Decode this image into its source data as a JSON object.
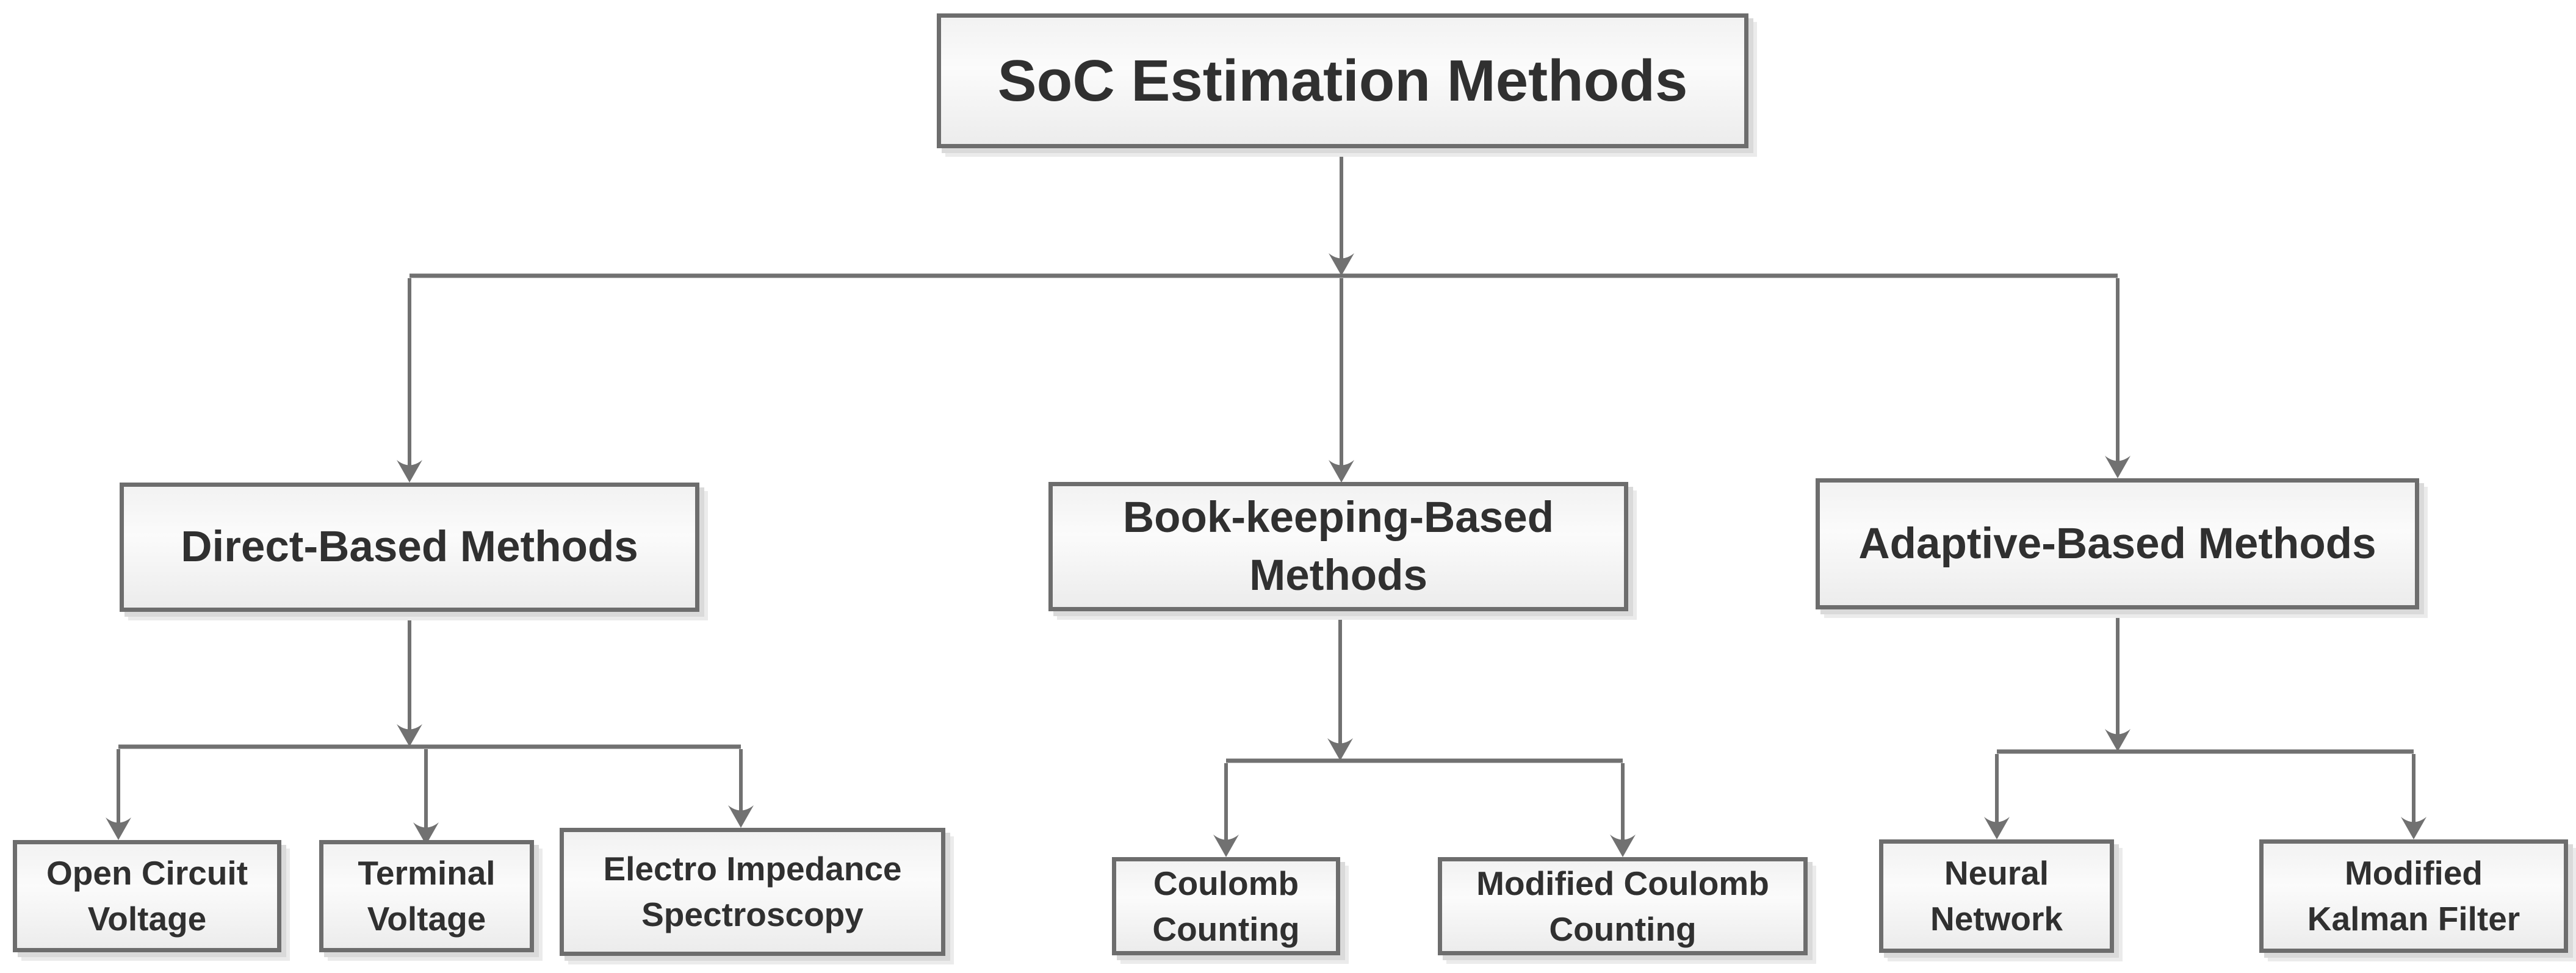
{
  "diagram": {
    "title": "SoC Estimation Methods",
    "type": "hierarchy-tree",
    "root": {
      "id": "soc-estimation-methods",
      "lines": [
        "SoC Estimation Methods"
      ]
    },
    "branches": [
      {
        "id": "direct-based-methods",
        "lines": [
          "Direct-Based Methods"
        ],
        "children": [
          {
            "id": "open-circuit-voltage",
            "lines": [
              "Open Circuit",
              "Voltage"
            ]
          },
          {
            "id": "terminal-voltage",
            "lines": [
              "Terminal",
              "Voltage"
            ]
          },
          {
            "id": "electro-impedance-spectroscopy",
            "lines": [
              "Electro Impedance",
              "Spectroscopy"
            ]
          }
        ]
      },
      {
        "id": "book-keeping-based-methods",
        "lines": [
          "Book-keeping-Based",
          "Methods"
        ],
        "children": [
          {
            "id": "coulomb-counting",
            "lines": [
              "Coulomb",
              "Counting"
            ]
          },
          {
            "id": "modified-coulomb-counting",
            "lines": [
              "Modified Coulomb",
              "Counting"
            ]
          }
        ]
      },
      {
        "id": "adaptive-based-methods",
        "lines": [
          "Adaptive-Based Methods"
        ],
        "children": [
          {
            "id": "neural-network",
            "lines": [
              "Neural",
              "Network"
            ]
          },
          {
            "id": "modified-kalman-filter",
            "lines": [
              "Modified",
              "Kalman Filter"
            ]
          }
        ]
      }
    ],
    "colors": {
      "background": "#ffffff",
      "connector_line": "#717171",
      "box_border": "#6d6d6d",
      "box_fill_top": "#f2f2f2",
      "box_fill_bottom": "#ececec",
      "box_shadow": "#dadada",
      "text": "#303030"
    }
  }
}
